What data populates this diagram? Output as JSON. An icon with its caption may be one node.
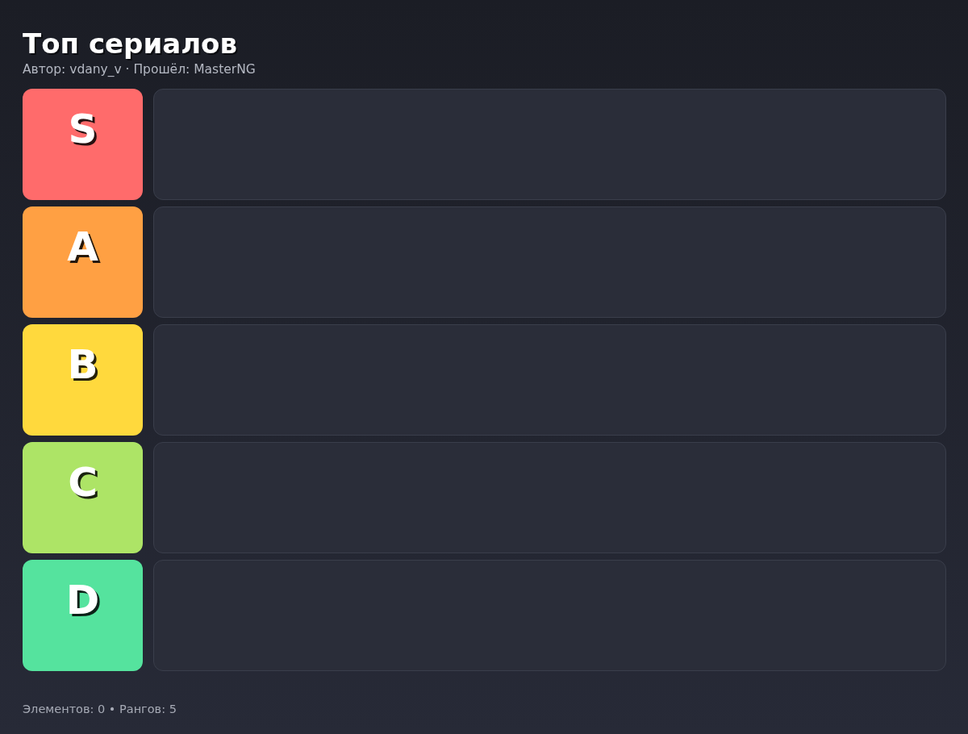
{
  "diagram": {
    "title": "Топ сериалов",
    "nodes": [
      {
        "text": [
          "S"
        ]
      },
      {
        "text": [],
        "shape": "box"
      },
      {
        "text": [
          "A"
        ]
      },
      {
        "text": [],
        "shape": "box"
      },
      {
        "text": [
          "B"
        ]
      },
      {
        "text": [],
        "shape": "box"
      },
      {
        "text": [
          "C"
        ]
      },
      {
        "text": [],
        "shape": "box"
      },
      {
        "text": [
          "D"
        ]
      },
      {
        "text": [],
        "shape": "box"
      }
    ],
    "edges": [],
    "labels": [
      "Автор: vdany_v · Прошёл: MasterNG",
      "Элементов: 0 • Рангов: 5"
    ]
  }
}
